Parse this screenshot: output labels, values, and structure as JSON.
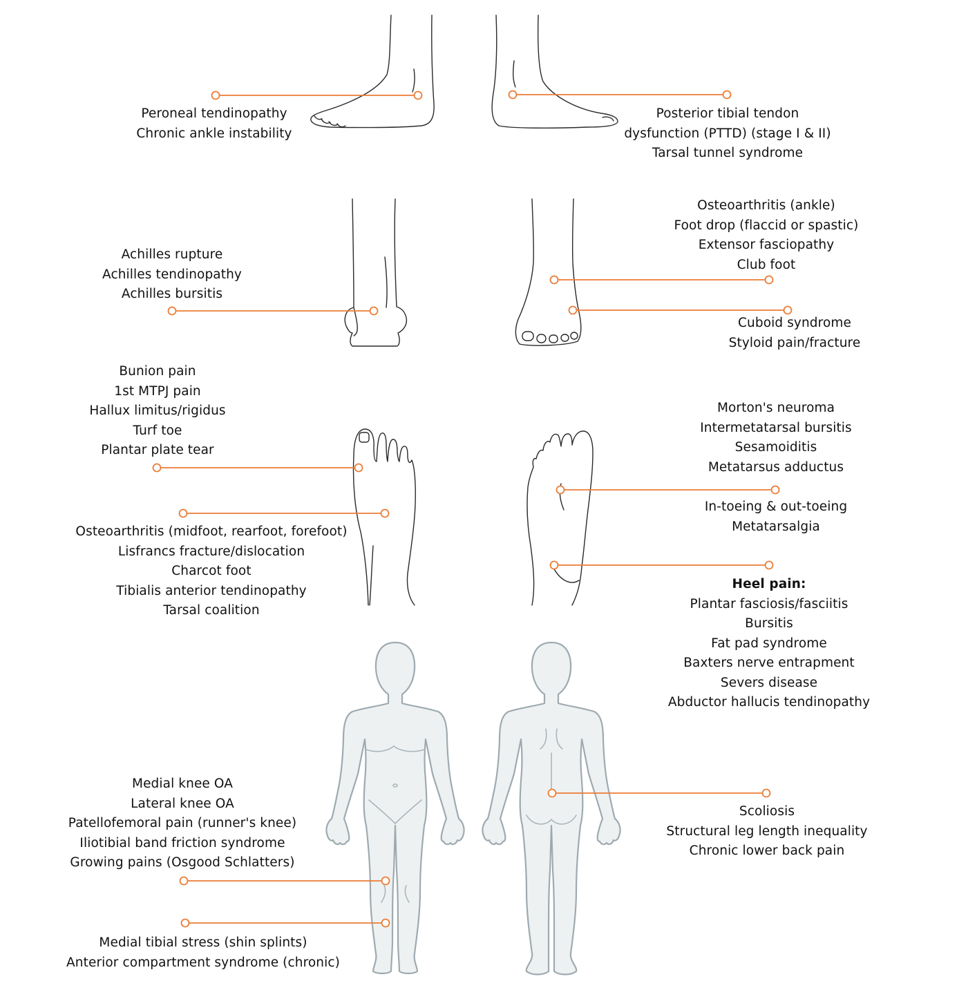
{
  "accent_color": "#ec7c35",
  "groups": [
    {
      "id": "lateral-ankle",
      "lines": [
        "Peroneal tendinopathy",
        "Chronic ankle instability"
      ]
    },
    {
      "id": "medial-ankle",
      "lines": [
        "Posterior tibial tendon",
        "dysfunction (PTTD) (stage I & II)",
        "Tarsal tunnel syndrome"
      ]
    },
    {
      "id": "achilles",
      "lines": [
        "Achilles rupture",
        "Achilles tendinopathy",
        "Achilles bursitis"
      ]
    },
    {
      "id": "anterior-ankle",
      "lines": [
        "Osteoarthritis (ankle)",
        "Foot drop (flaccid or spastic)",
        "Extensor fasciopathy",
        "Club foot"
      ]
    },
    {
      "id": "lateral-midfoot",
      "lines": [
        "Cuboid syndrome",
        "Styloid pain/fracture"
      ]
    },
    {
      "id": "big-toe",
      "lines": [
        "Bunion pain",
        "1st MTPJ pain",
        "Hallux limitus/rigidus",
        "Turf toe",
        "Plantar plate tear"
      ]
    },
    {
      "id": "midfoot",
      "lines": [
        "Osteoarthritis (midfoot, rearfoot, forefoot)",
        "Lisfrancs fracture/dislocation",
        "Charcot foot",
        "Tibialis anterior tendinopathy",
        "Tarsal coalition"
      ]
    },
    {
      "id": "forefoot",
      "lines": [
        "Morton's neuroma",
        "Intermetatarsal bursitis",
        "Sesamoiditis",
        "Metatarsus adductus"
      ]
    },
    {
      "id": "arch",
      "lines": [
        "In-toeing & out-toeing",
        "Metatarsalgia"
      ]
    },
    {
      "id": "heel",
      "heading": "Heel pain:",
      "lines": [
        "Plantar fasciosis/fasciitis",
        "Bursitis",
        "Fat pad syndrome",
        "Baxters nerve entrapment",
        "Severs disease",
        "Abductor hallucis tendinopathy"
      ]
    },
    {
      "id": "knee",
      "lines": [
        "Medial knee OA",
        "Lateral knee OA",
        "Patellofemoral pain (runner's knee)",
        "Iliotibial band friction syndrome",
        "Growing pains (Osgood Schlatters)"
      ]
    },
    {
      "id": "shin",
      "lines": [
        "Medial tibial stress (shin splints)",
        "Anterior compartment syndrome (chronic)"
      ]
    },
    {
      "id": "back",
      "lines": [
        "Scoliosis",
        "Structural leg length inequality",
        "Chronic lower back pain"
      ]
    }
  ]
}
